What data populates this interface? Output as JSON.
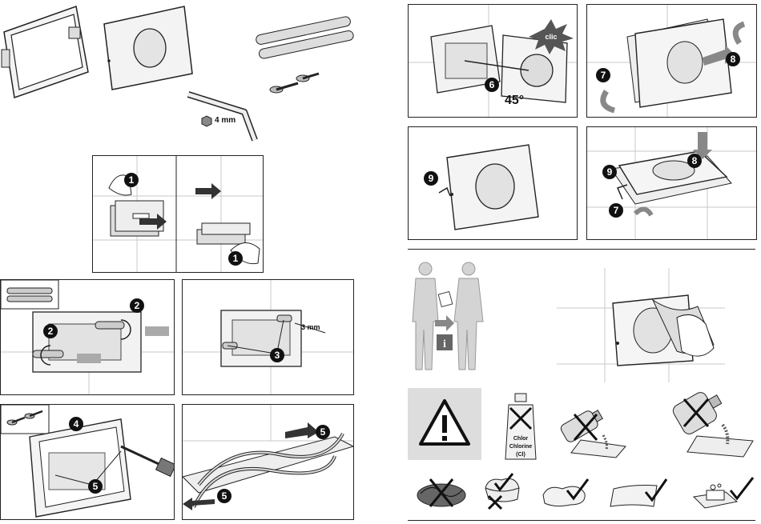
{
  "parts": {
    "hex_key_size": "4 mm"
  },
  "steps": {
    "s1": "1",
    "s2": "2",
    "s3": "3",
    "s4": "4",
    "s5": "5",
    "s6": "6",
    "s7": "7",
    "s8": "8",
    "s9": "9"
  },
  "measure": {
    "gap": "3 mm",
    "angle": "45°"
  },
  "clic": "clic",
  "chlorine": {
    "line1": "Chlor",
    "line2": "Chlorine",
    "line3": "(Cl)"
  },
  "info": "i"
}
